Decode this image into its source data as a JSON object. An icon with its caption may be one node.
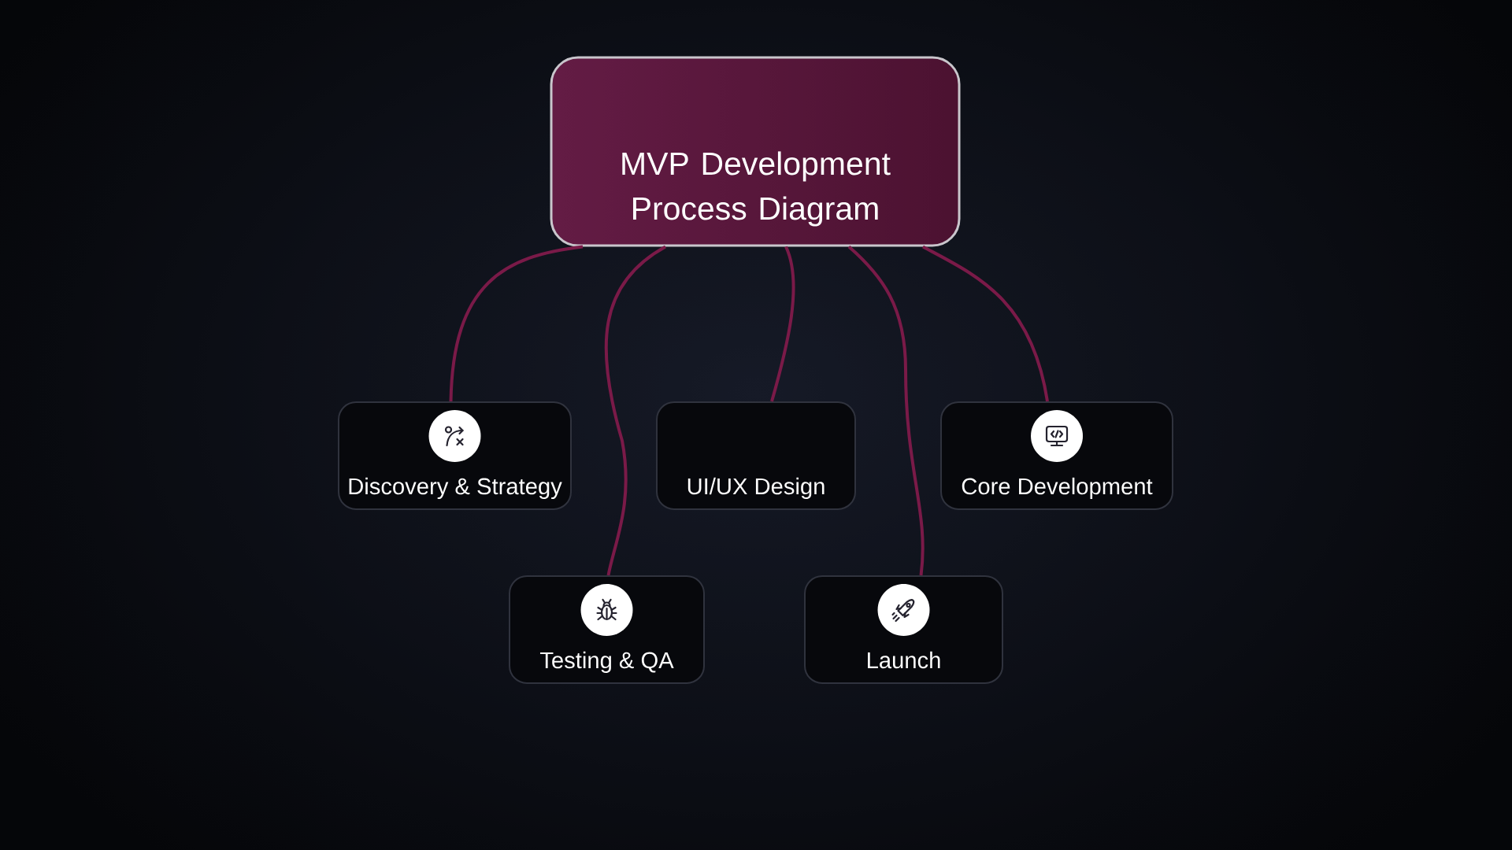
{
  "diagram": {
    "nodes": [
      {
        "text": [
          "MVP Development Process Diagram"
        ]
      },
      {
        "text": [
          "Discovery & Strategy"
        ]
      },
      {
        "text": [
          "UI/UX Design"
        ]
      },
      {
        "text": [
          "Core Development"
        ]
      },
      {
        "text": [
          "Testing & QA"
        ]
      },
      {
        "text": [
          "Launch"
        ]
      }
    ],
    "edges": [
      {
        "from": 0,
        "to": 1,
        "arrow": "none"
      },
      {
        "from": 0,
        "to": 4,
        "arrow": "none"
      },
      {
        "from": 0,
        "to": 2,
        "arrow": "none"
      },
      {
        "from": 0,
        "to": 5,
        "arrow": "none"
      },
      {
        "from": 0,
        "to": 3,
        "arrow": "none"
      }
    ]
  }
}
